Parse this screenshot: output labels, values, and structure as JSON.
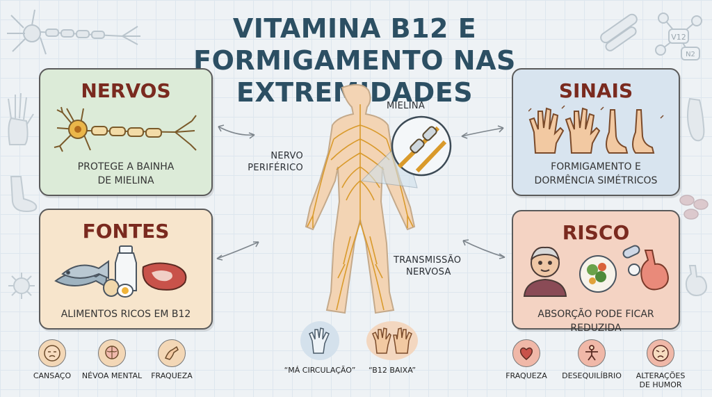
{
  "title": "VITAMINA B12 E FORMIGAMENTO NAS EXTREMIDADES",
  "cards": {
    "nervos": {
      "heading": "NERVOS",
      "caption_line1": "PROTEGE A BAINHA",
      "caption_line2": "DE MIELINA"
    },
    "fontes": {
      "heading": "FONTES",
      "caption": "ALIMENTOS RICOS EM B12"
    },
    "sinais": {
      "heading": "SINAIS",
      "caption_line1": "FORMIGAMENTO E",
      "caption_line2": "DORMÊNCIA SIMÉTRICOS"
    },
    "risco": {
      "heading": "RISCO",
      "caption": "ABSORÇÃO PODE FICAR REDUZIDA"
    }
  },
  "body_labels": {
    "mielina": "MIELINA",
    "nervo_line1": "NERVO",
    "nervo_line2": "PERIFÉRICO",
    "transmissao_line1": "TRANSMISSÃO",
    "transmissao_line2": "NERVOSA"
  },
  "decor_molecule": {
    "v12": "V12",
    "n2": "N2"
  },
  "bottom_left": [
    {
      "label": "CANSAÇO",
      "icon": "tired-face-icon"
    },
    {
      "label": "NÉVOA MENTAL",
      "icon": "brain-fog-icon"
    },
    {
      "label": "FRAQUEZA",
      "icon": "weak-arm-icon"
    }
  ],
  "bottom_center": [
    {
      "label": "“MÁ CIRCULAÇÃO”",
      "icon": "cold-hand-icon"
    },
    {
      "label": "“B12 BAIXA”",
      "icon": "tingling-hands-icon"
    }
  ],
  "bottom_right": [
    {
      "label": "FRAQUEZA",
      "icon": "heart-icon"
    },
    {
      "label": "DESEQUILÍBRIO",
      "icon": "balance-figure-icon"
    },
    {
      "label_line1": "ALTERAÇÕES",
      "label_line2": "DE HUMOR",
      "icon": "angry-face-icon"
    }
  ],
  "colors": {
    "title": "#2c4f63",
    "heading": "#7a2a1f",
    "nervos_bg": "#dcebd8",
    "fontes_bg": "#f7e5cc",
    "sinais_bg": "#d8e4ef",
    "risco_bg": "#f4d3c3",
    "nerve": "#d99a2b"
  }
}
